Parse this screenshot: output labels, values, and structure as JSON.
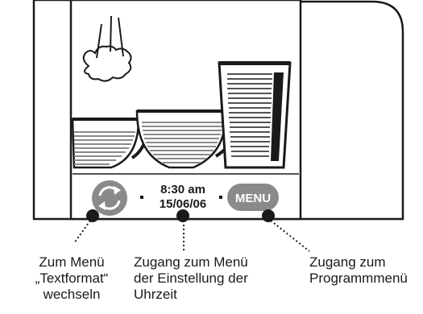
{
  "display": {
    "time": "8:30 am",
    "date": "15/06/06",
    "menu_button_label": "MENU"
  },
  "callouts": {
    "textformat": [
      "Zum Menü",
      "„Textformat“",
      "wechseln"
    ],
    "clock": [
      "Zugang zum Menü",
      "der Einstellung der",
      "Uhrzeit"
    ],
    "program_menu": [
      "Zugang zum",
      "Programmmenü"
    ]
  },
  "colors": {
    "outline": "#1a1a1a",
    "button_grey": "#8a8a8a",
    "panel_grey": "#d9d9d9"
  },
  "icons": [
    "steam-icon",
    "cup-small-icon",
    "cup-medium-icon",
    "glass-tall-icon",
    "cycle-arrows-icon"
  ]
}
